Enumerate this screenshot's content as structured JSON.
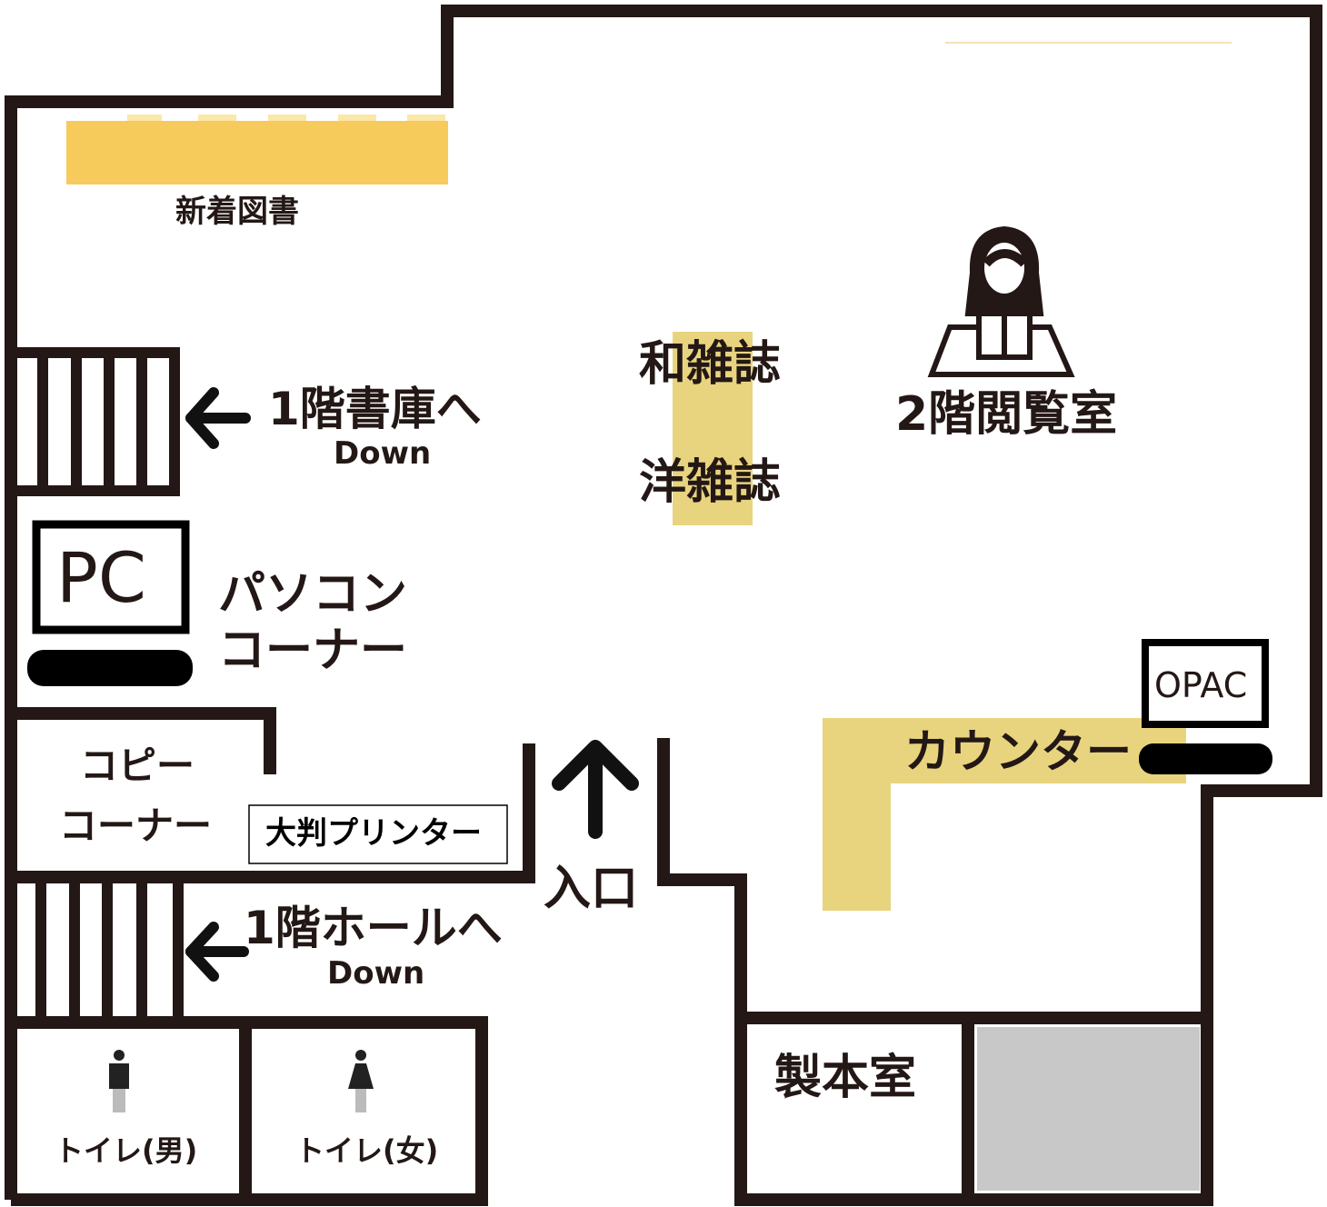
{
  "map": {
    "areas": {
      "new_books": "新着図書",
      "stairs_stacks": "1階書庫へ",
      "stairs_stacks_sub": "Down",
      "pc_icon_text": "PC",
      "pc_corner_line1": "パソコン",
      "pc_corner_line2": "コーナー",
      "japanese_magazines": "和雑誌",
      "foreign_magazines": "洋雑誌",
      "reading_room": "2階閲覧室",
      "opac": "OPAC",
      "counter": "カウンター",
      "copy_corner_line1": "コピー",
      "copy_corner_line2": "コーナー",
      "large_printer": "大判プリンター",
      "entrance": "入口",
      "stairs_hall": "1階ホールへ",
      "stairs_hall_sub": "Down",
      "toilet_men": "トイレ(男)",
      "toilet_women": "トイレ(女)",
      "bindery": "製本室"
    },
    "colors": {
      "wall": "#231815",
      "shelf": "#f7ca5c",
      "magazine": "#e8d47e",
      "counter": "#e8d47e",
      "storage": "#c8c8c8"
    }
  }
}
